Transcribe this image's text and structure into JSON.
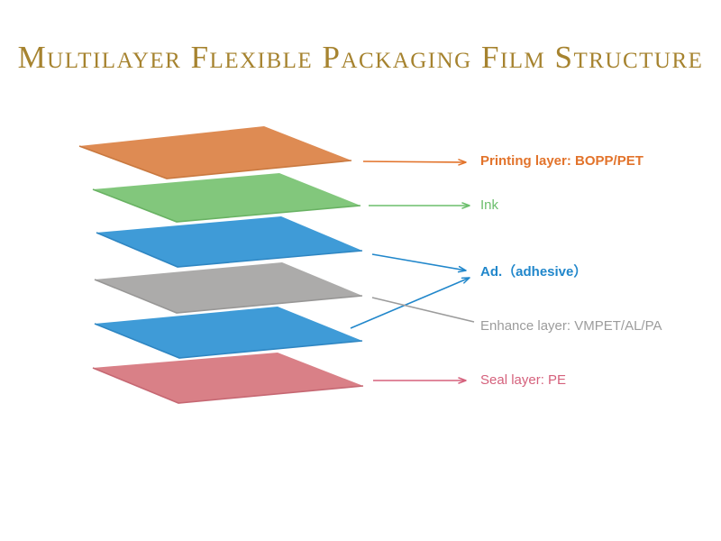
{
  "title": {
    "text": "Multilayer Flexible Packaging Film Structure",
    "color": "#A6832F"
  },
  "diagram": {
    "layers": [
      {
        "id": "printing-layer",
        "fill": "#DE8B53",
        "edge": "#C97940"
      },
      {
        "id": "ink-layer",
        "fill": "#82C77C",
        "edge": "#69B263"
      },
      {
        "id": "adhesive-layer-upper",
        "fill": "#3F9BD7",
        "edge": "#2F86C2"
      },
      {
        "id": "enhance-layer",
        "fill": "#ACABAA",
        "edge": "#989796"
      },
      {
        "id": "adhesive-layer-lower",
        "fill": "#3F9BD7",
        "edge": "#2F86C2"
      },
      {
        "id": "seal-layer",
        "fill": "#D98087",
        "edge": "#C66873"
      }
    ],
    "labels": [
      {
        "text": "Printing layer: BOPP/PET",
        "color": "#E2732B"
      },
      {
        "text": "Ink",
        "color": "#6BBE6C"
      },
      {
        "text": "Ad.（adhesive）",
        "color": "#2187CB"
      },
      {
        "text": "Enhance layer: VMPET/AL/PA",
        "color": "#9C9C9C"
      },
      {
        "text": "Seal layer: PE",
        "color": "#D5617C"
      }
    ]
  }
}
